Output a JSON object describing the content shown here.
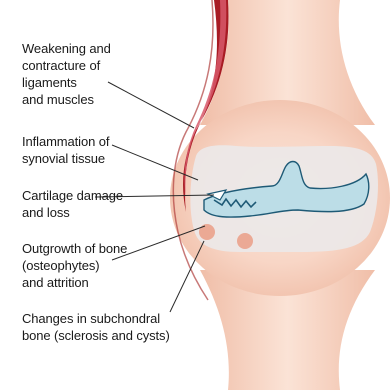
{
  "labels": [
    {
      "text": "Weakening and\ncontracture of\nligaments\nand muscles"
    },
    {
      "text": "Inflammation of\nsynovial tissue"
    },
    {
      "text": "Cartilage damage\nand loss"
    },
    {
      "text": "Outgrowth of bone\n(osteophytes)\nand attrition"
    },
    {
      "text": "Changes in subchondral\nbone (sclerosis and cysts)"
    }
  ],
  "colors": {
    "bone_outer": "#f2c3ad",
    "bone_inner": "#fbe4d8",
    "muscle_dark": "#a81b23",
    "muscle_light": "#d7586a",
    "synovium": "#ebe8e8",
    "cartilage": "#bcdde7",
    "cartilage_edge": "#1e5a76",
    "cyst": "#ea9d86",
    "leader_line": "#2a2a2a"
  },
  "icons": [
    "knee-joint-illustration"
  ]
}
